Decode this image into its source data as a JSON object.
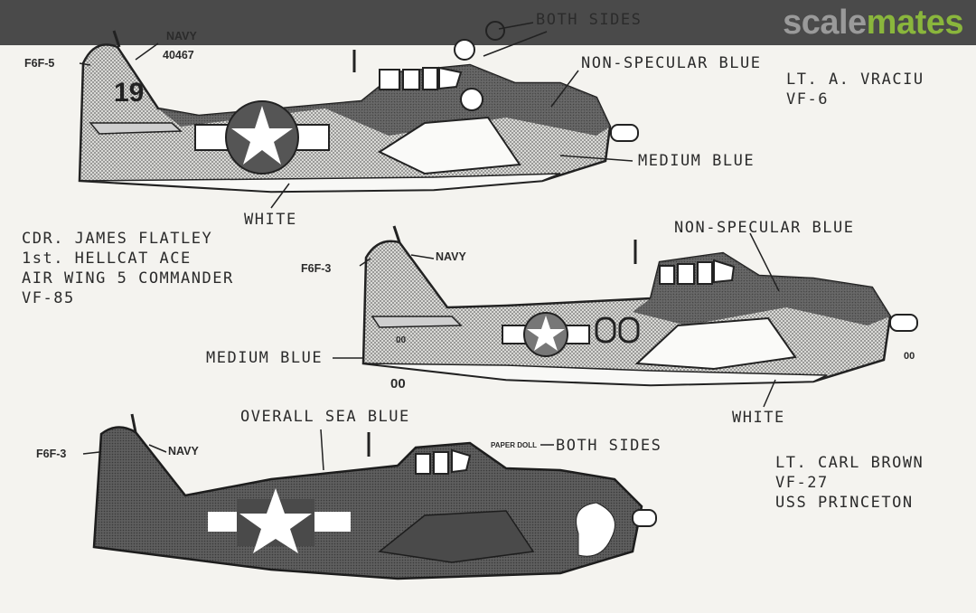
{
  "brand": {
    "part1": "scale",
    "part2": "mates"
  },
  "colors": {
    "topbar": "#4a4a4a",
    "brand_gray": "#9a9a9a",
    "brand_green": "#8ab63c",
    "paper": "#f4f3ef",
    "ink": "#2b2b2b"
  },
  "aircraft1": {
    "type": "F6F-5",
    "navy": "NAVY",
    "serial": "40467",
    "tail_number": "19",
    "label_both_sides": "BOTH SIDES",
    "label_nonspec": "NON-SPECULAR BLUE",
    "label_medium": "MEDIUM BLUE",
    "label_white": "WHITE",
    "pilot": "LT. A. VRACIU",
    "unit": "VF-6"
  },
  "aircraft2": {
    "type": "F6F-3",
    "navy": "NAVY",
    "code": "00",
    "label_nonspec": "NON-SPECULAR BLUE",
    "label_medium": "MEDIUM BLUE",
    "label_white": "WHITE",
    "pilot_line1": "CDR. JAMES FLATLEY",
    "pilot_line2": "1st. HELLCAT ACE",
    "pilot_line3": "AIR WING 5 COMMANDER",
    "pilot_line4": "VF-85"
  },
  "aircraft3": {
    "type": "F6F-3",
    "navy": "NAVY",
    "nose_art": "PAPER DOLL",
    "label_both_sides": "BOTH SIDES",
    "label_overall": "OVERALL SEA BLUE",
    "pilot": "LT. CARL BROWN",
    "unit": "VF-27",
    "ship": "USS PRINCETON"
  },
  "icons": [
    "star-insignia-icon",
    "emblem-icon",
    "propeller-spinner-icon"
  ]
}
